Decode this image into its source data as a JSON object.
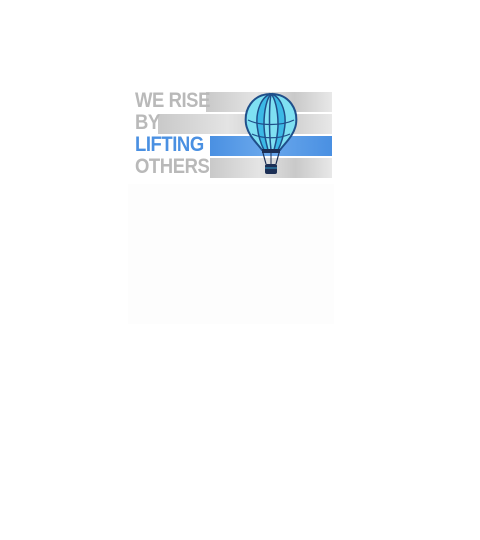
{
  "slogan": {
    "line1": "WE RISE",
    "line2": "BY",
    "line3": "LIFTING",
    "line4": "OTHERS"
  },
  "colors": {
    "text_gray": "#b9b9b9",
    "accent_blue": "#4a90e2",
    "stripe_gray": "#c9c9c9",
    "balloon_light": "#7fe0f2",
    "balloon_mid": "#3cb9e6",
    "balloon_dark": "#1f4f8a",
    "basket": "#1c2f55"
  },
  "icons": {
    "balloon": "hot-air-balloon-icon"
  }
}
